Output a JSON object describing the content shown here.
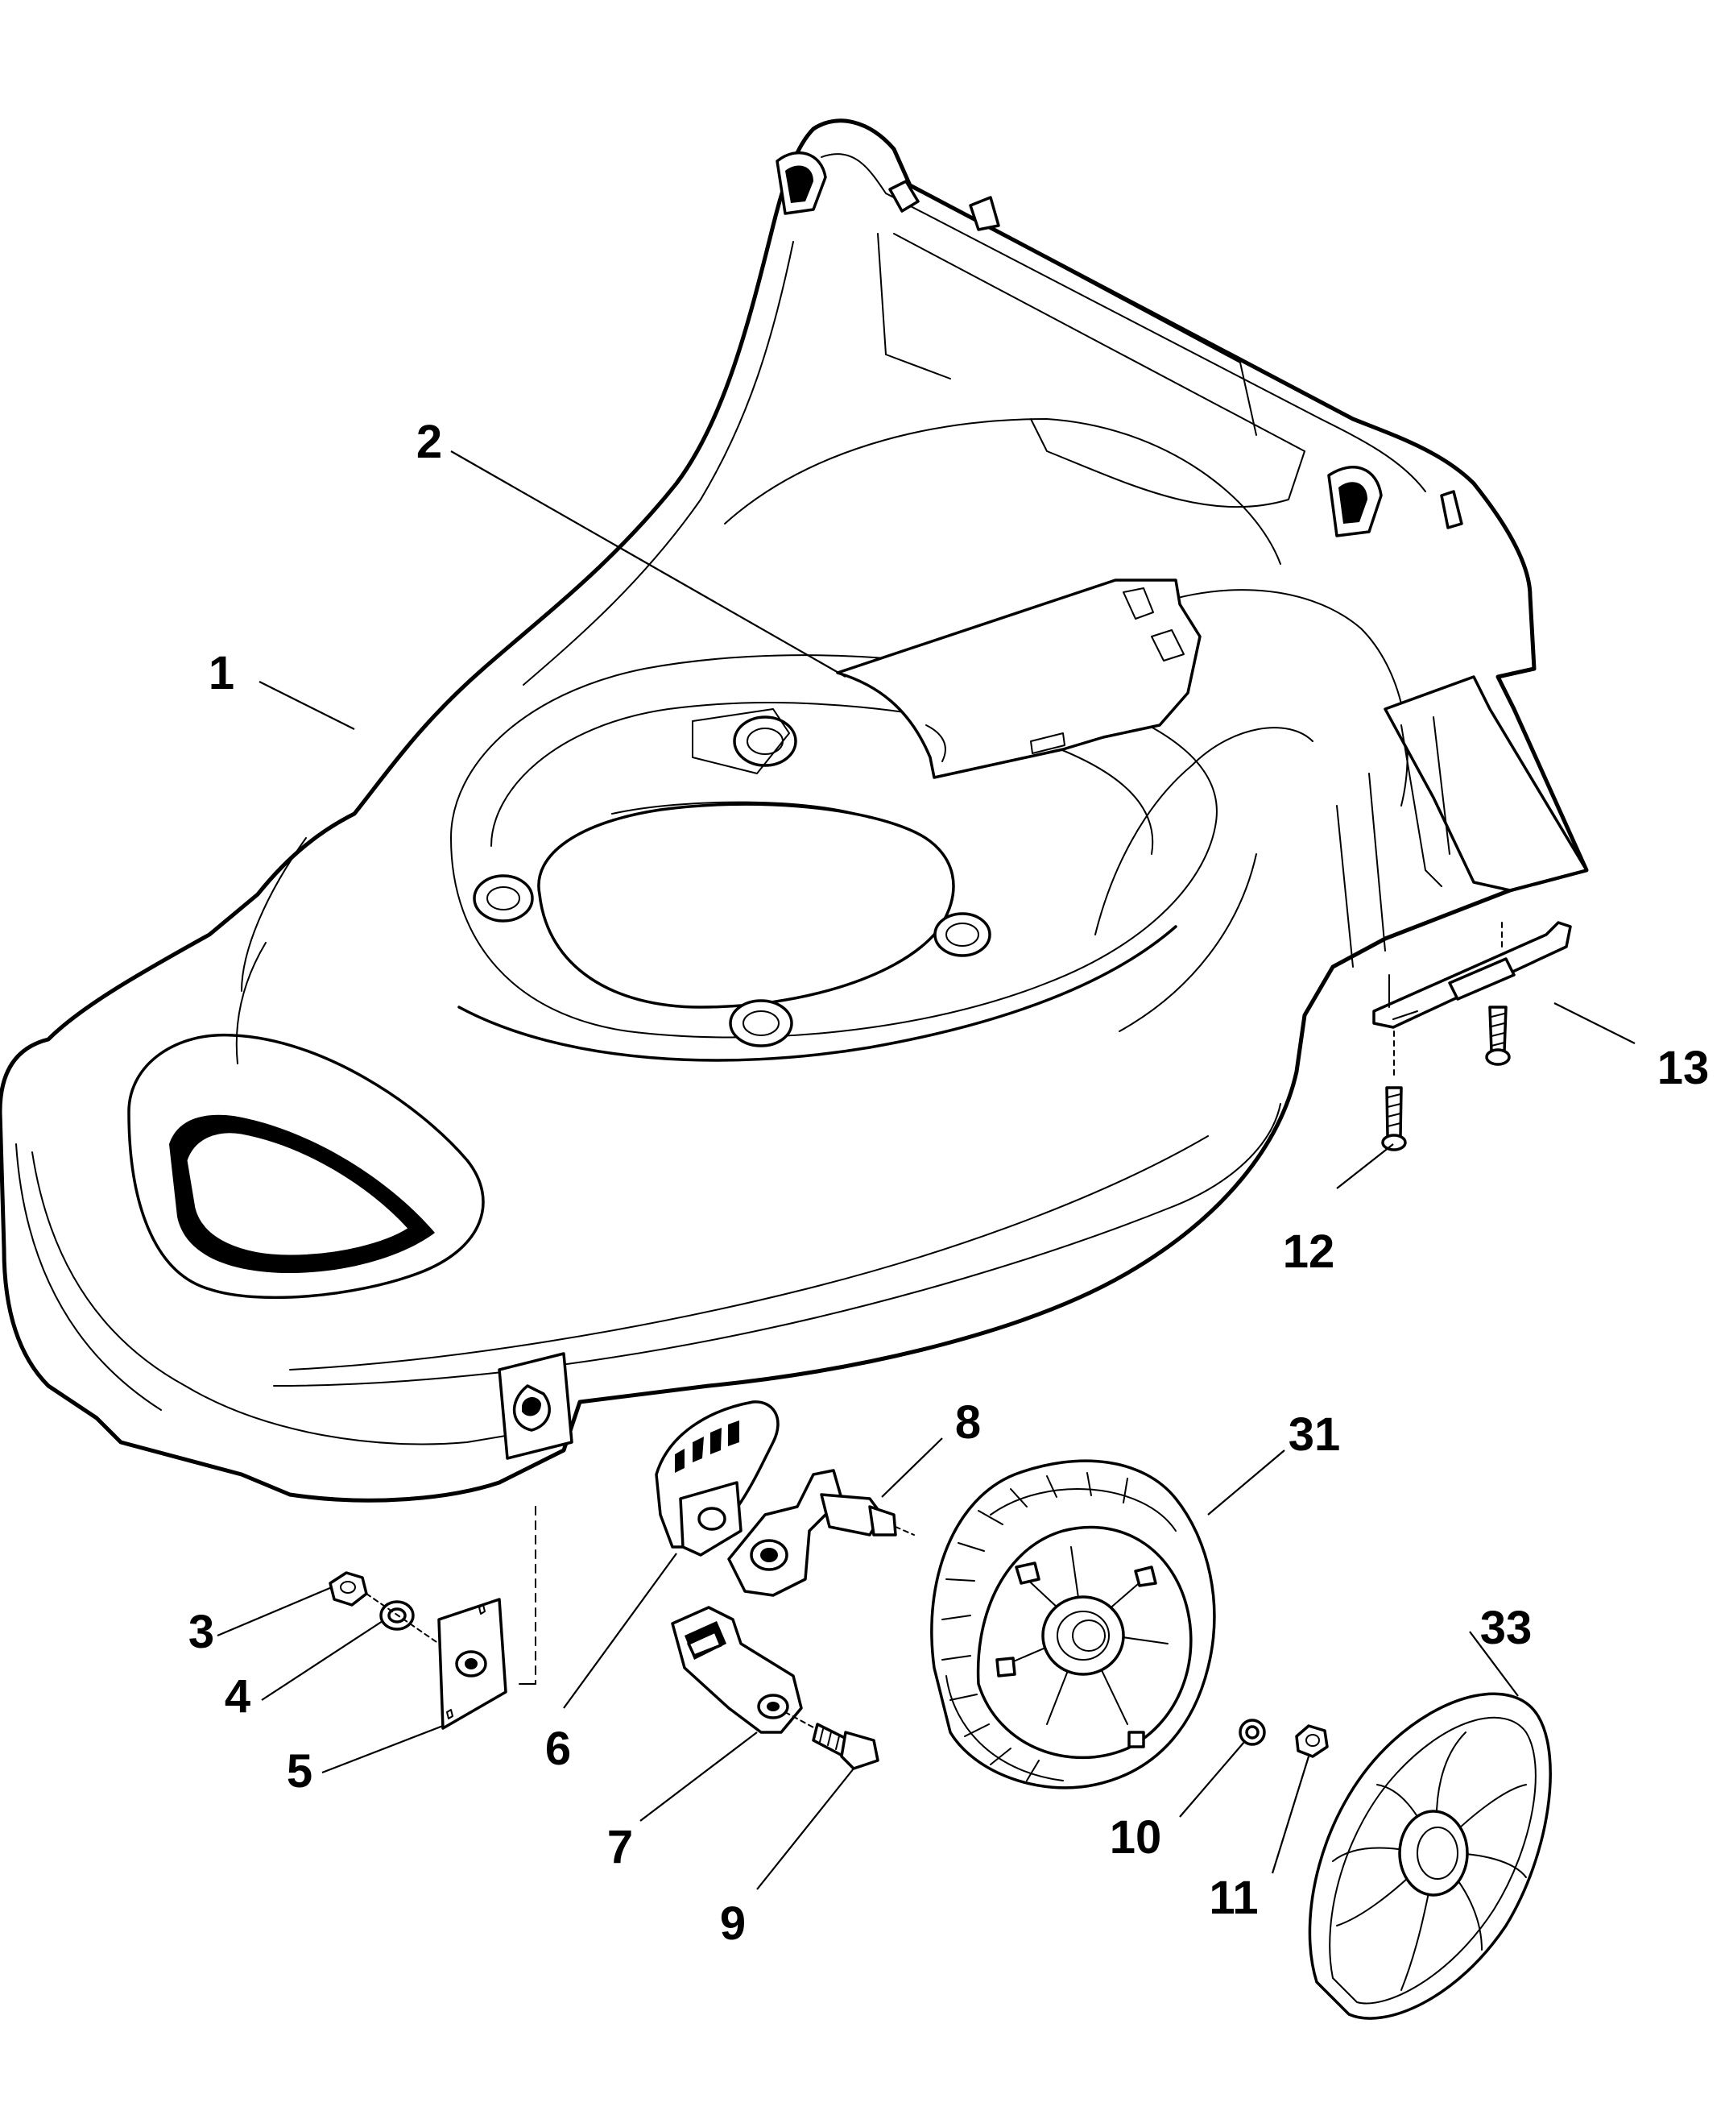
{
  "diagram": {
    "callouts": [
      {
        "id": "c1",
        "label": "1"
      },
      {
        "id": "c2",
        "label": "2"
      },
      {
        "id": "c3",
        "label": "3"
      },
      {
        "id": "c4",
        "label": "4"
      },
      {
        "id": "c5",
        "label": "5"
      },
      {
        "id": "c6",
        "label": "6"
      },
      {
        "id": "c7",
        "label": "7"
      },
      {
        "id": "c8",
        "label": "8"
      },
      {
        "id": "c9",
        "label": "9"
      },
      {
        "id": "c10",
        "label": "10"
      },
      {
        "id": "c11",
        "label": "11"
      },
      {
        "id": "c12",
        "label": "12"
      },
      {
        "id": "c13",
        "label": "13"
      },
      {
        "id": "c31",
        "label": "31"
      },
      {
        "id": "c33",
        "label": "33"
      }
    ]
  }
}
